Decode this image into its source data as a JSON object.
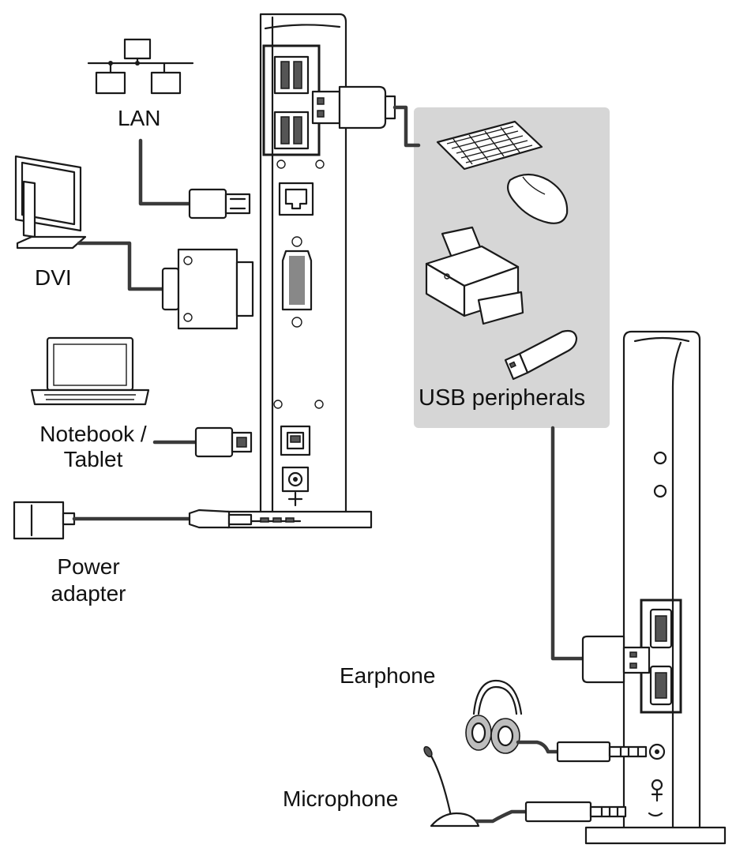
{
  "labels": {
    "lan": "LAN",
    "dvi": "DVI",
    "notebook_line1": "Notebook /",
    "notebook_line2": "Tablet",
    "power_line1": "Power",
    "power_line2": "adapter",
    "usb_peripherals": "USB peripherals",
    "earphone": "Earphone",
    "microphone": "Microphone"
  },
  "colors": {
    "line": "#1a1a1a",
    "panel": "#d6d6d6",
    "device_fill": "#ffffff",
    "cable": "#3a3a3a"
  }
}
